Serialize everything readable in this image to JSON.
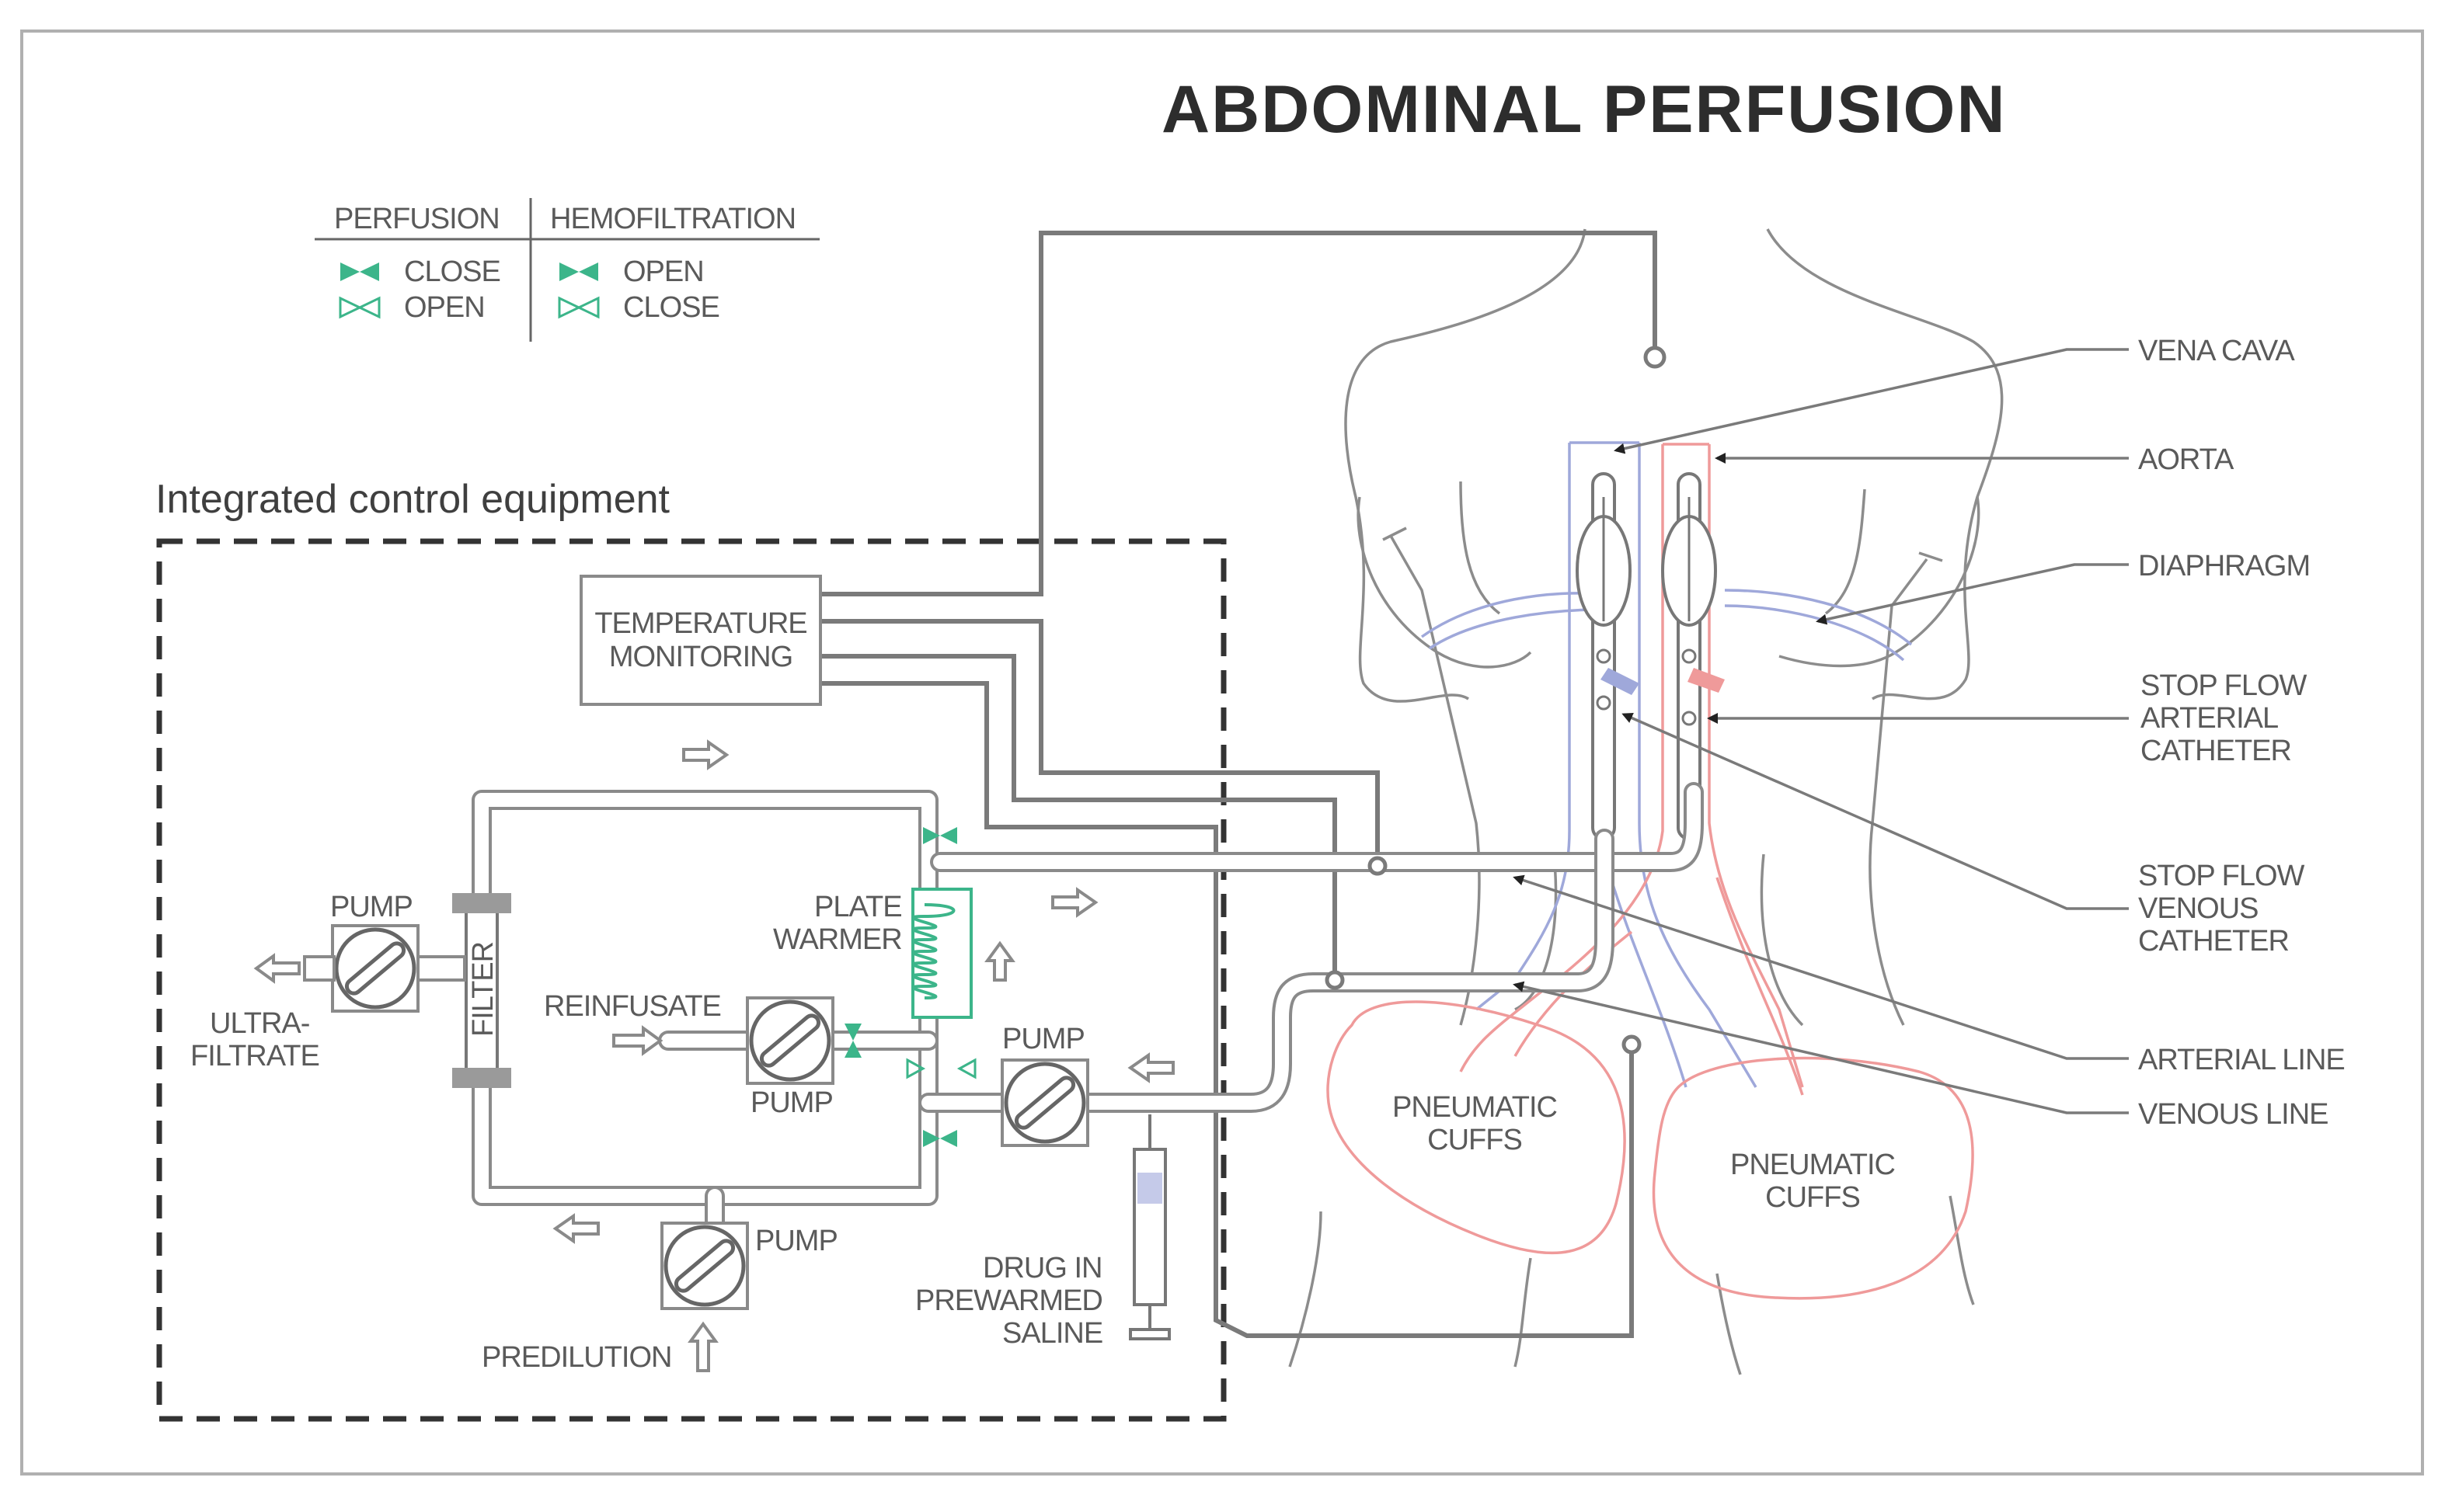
{
  "title": "ABDOMINAL PERFUSION",
  "subtitle": "Integrated control equipment",
  "legend": {
    "col1_header": "PERFUSION",
    "col2_header": "HEMOFILTRATION",
    "col1_row1": "CLOSE",
    "col1_row2": "OPEN",
    "col2_row1": "OPEN",
    "col2_row2": "CLOSE"
  },
  "equipment": {
    "temp_line1": "TEMPERATURE",
    "temp_line2": "MONITORING",
    "pump_filter": "PUMP",
    "filter": "FILTER",
    "ultra_line1": "ULTRA-",
    "ultra_line2": "FILTRATE",
    "plate_line1": "PLATE",
    "plate_line2": "WARMER",
    "reinfusate": "REINFUSATE",
    "pump_reinfusate": "PUMP",
    "pump_main": "PUMP",
    "pump_predilution": "PUMP",
    "predilution": "PREDILUTION",
    "drug_line1": "DRUG IN",
    "drug_line2": "PREWARMED",
    "drug_line3": "SALINE"
  },
  "anatomy": {
    "cuffs_left_line1": "PNEUMATIC",
    "cuffs_left_line2": "CUFFS",
    "cuffs_right_line1": "PNEUMATIC",
    "cuffs_right_line2": "CUFFS",
    "vena_cava": "VENA CAVA",
    "aorta": "AORTA",
    "diaphragm": "DIAPHRAGM",
    "sfa_line1": "STOP FLOW",
    "sfa_line2": "ARTERIAL",
    "sfa_line3": "CATHETER",
    "sfv_line1": "STOP FLOW",
    "sfv_line2": "VENOUS",
    "sfv_line3": "CATHETER",
    "arterial_line": "ARTERIAL LINE",
    "venous_line": "VENOUS LINE"
  },
  "colors": {
    "valve": "#3cb58a",
    "arterial": "#ef9a9a",
    "venous": "#9fa8da",
    "line": "#8a8a8a"
  }
}
